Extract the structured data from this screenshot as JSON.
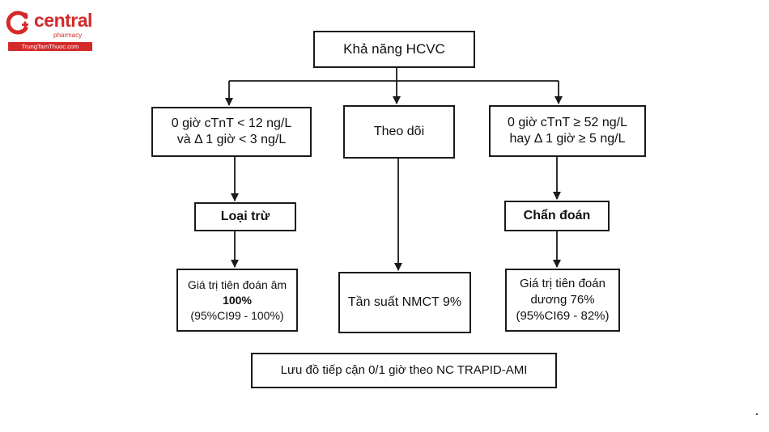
{
  "logo": {
    "name": "central",
    "sub": "pharmacy",
    "band": "TrungTamThuoc.com",
    "color": "#d42a2a"
  },
  "diagram": {
    "top": "Khả năng HCVC",
    "branch_left": {
      "criteria_line1": "0 giờ cTnT < 12 ng/L",
      "criteria_line2": "và Δ 1 giờ < 3 ng/L",
      "decision": "Loại trừ",
      "result_line1": "Giá trị tiên đoán âm",
      "result_line2": "100%",
      "result_line3": "(95%CI99 - 100%)"
    },
    "branch_middle": {
      "criteria": "Theo dõi",
      "result": "Tần suất NMCT 9%"
    },
    "branch_right": {
      "criteria_line1": "0 giờ cTnT ≥ 52 ng/L",
      "criteria_line2": "hay Δ 1 giờ ≥ 5 ng/L",
      "decision": "Chẩn đoán",
      "result_line1": "Giá trị tiên đoán",
      "result_line2": "dương 76%",
      "result_line3": "(95%CI69 - 82%)"
    },
    "caption": "Lưu đồ tiếp cận 0/1 giờ theo NC TRAPID-AMI"
  },
  "colors": {
    "line": "#1a1a1a",
    "brand": "#d42a2a"
  }
}
